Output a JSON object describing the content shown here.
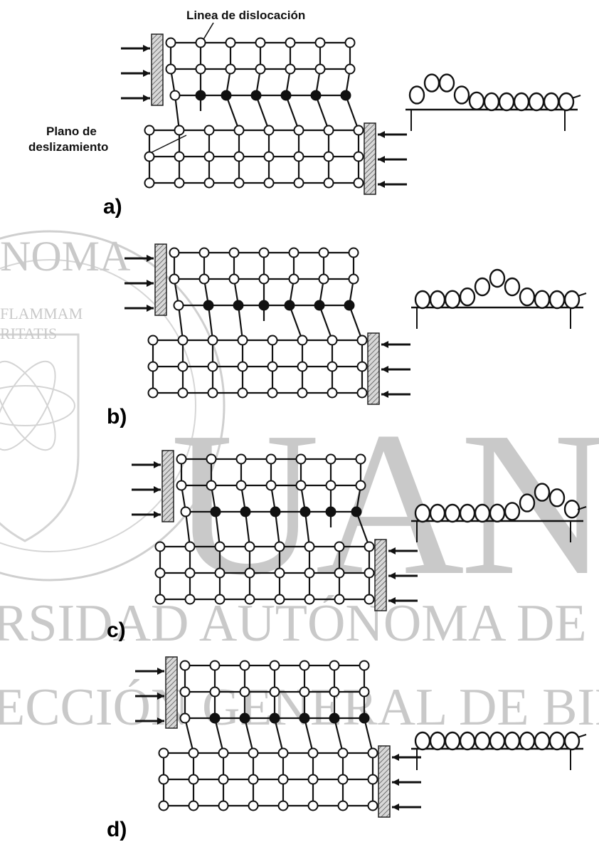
{
  "figure": {
    "label_dislocation_line": "Linea de dislocación",
    "label_slip_plane": "Plano de\ndeslizamiento",
    "panels": [
      {
        "id": "a",
        "label": "a)",
        "dislocation_col": 1,
        "hump_pos": 0.15
      },
      {
        "id": "b",
        "label": "b)",
        "dislocation_col": 3,
        "hump_pos": 0.5
      },
      {
        "id": "c",
        "label": "c)",
        "dislocation_col": 5,
        "hump_pos": 0.82
      },
      {
        "id": "d",
        "label": "d)",
        "dislocation_col": null,
        "hump_pos": null
      }
    ]
  },
  "watermark": {
    "big": "UAN",
    "line1": "RSIDAD AUTÓNOMA DE NUEVO",
    "line2": "ECCIÓN GENERAL DE BIBLIOTECA",
    "seal_top": "NOMA",
    "seal_band1": "FLAMMAM",
    "seal_band2": "RITATIS"
  },
  "colors": {
    "ink": "#111111",
    "watermark": "#c9c9c9"
  }
}
